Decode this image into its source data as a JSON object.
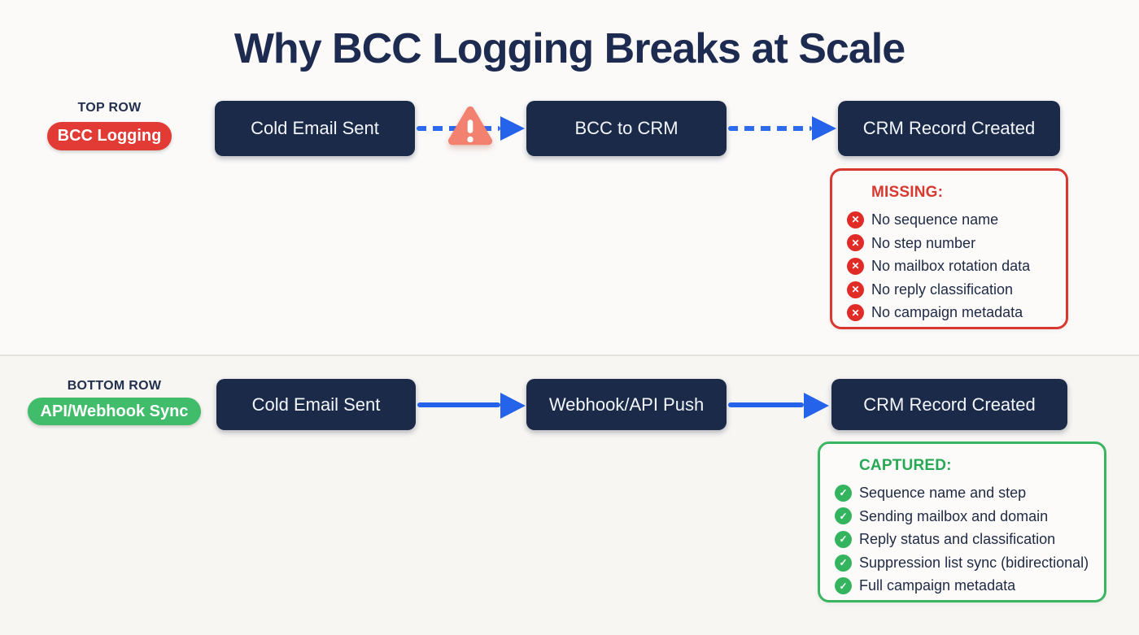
{
  "title": "Why BCC Logging Breaks at Scale",
  "colors": {
    "navy_node": "#1b2a49",
    "title_text": "#1d2b50",
    "red_accent": "#e23a34",
    "green_accent": "#40bc6a",
    "blue_arrow": "#2563eb",
    "warning_triangle": "#f2826f",
    "panel_red_border": "#d8382f",
    "panel_green_border": "#3cb563"
  },
  "top_row": {
    "label": "TOP ROW",
    "badge": "BCC Logging",
    "nodes": [
      "Cold Email Sent",
      "BCC to CRM",
      "CRM Record Created"
    ],
    "warning_icon": "warning-triangle",
    "panel": {
      "title": "MISSING:",
      "items": [
        "No sequence name",
        "No step number",
        "No mailbox rotation data",
        "No reply classification",
        "No campaign metadata"
      ]
    }
  },
  "bottom_row": {
    "label": "BOTTOM ROW",
    "badge": "API/Webhook Sync",
    "nodes": [
      "Cold Email Sent",
      "Webhook/API Push",
      "CRM Record Created"
    ],
    "panel": {
      "title": "CAPTURED:",
      "items": [
        "Sequence name and step",
        "Sending mailbox and domain",
        "Reply status and classification",
        "Suppression list sync (bidirectional)",
        "Full campaign metadata"
      ]
    }
  }
}
